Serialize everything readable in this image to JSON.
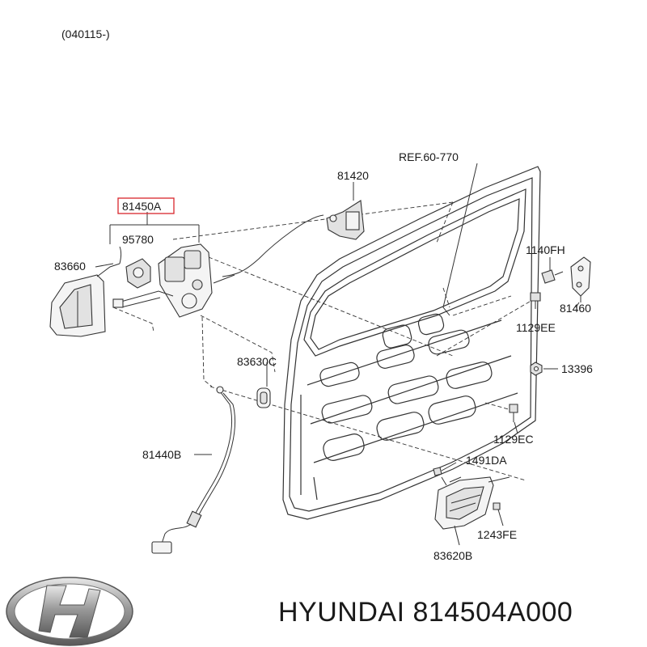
{
  "diagram": {
    "date_code": "(040115-)",
    "ref_label": "REF.60-770",
    "highlighted_part": "81450A",
    "parts": {
      "p81420": "81420",
      "p95780": "95780",
      "p83660": "83660",
      "p1140FH": "1140FH",
      "p81460": "81460",
      "p1129EE": "1129EE",
      "p83630C": "83630C",
      "p13396": "13396",
      "p1129EC": "1129EC",
      "p81440B": "81440B",
      "p1491DA": "1491DA",
      "p1243FE": "1243FE",
      "p83620B": "83620B"
    }
  },
  "footer": {
    "brand": "HYUNDAI",
    "part_number": "814504A000"
  },
  "colors": {
    "highlight_box": "#d9262c",
    "line": "#333333",
    "text": "#1a1a1a"
  },
  "icons": {
    "logo": "hyundai-logo"
  }
}
